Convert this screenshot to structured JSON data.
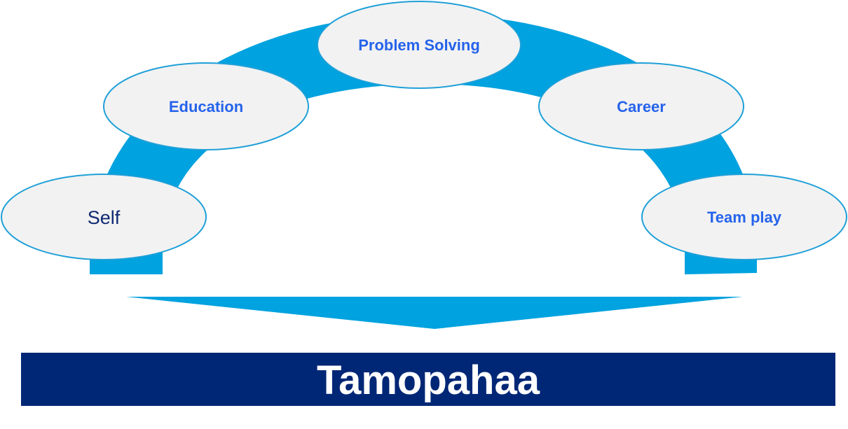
{
  "colors": {
    "arc": "#00a2df",
    "node_fill": "#f2f2f2",
    "node_stroke": "#1fa0d8",
    "label_blue": "#2563eb",
    "label_dark": "#102a72",
    "banner": "#002776",
    "banner_text": "#ffffff"
  },
  "nodes": [
    {
      "id": "self",
      "label": "Self"
    },
    {
      "id": "education",
      "label": "Education"
    },
    {
      "id": "problem-solving",
      "label": "Problem Solving"
    },
    {
      "id": "career",
      "label": "Career"
    },
    {
      "id": "team-play",
      "label": "Team play"
    }
  ],
  "banner": {
    "label": "Tamopahaa"
  }
}
